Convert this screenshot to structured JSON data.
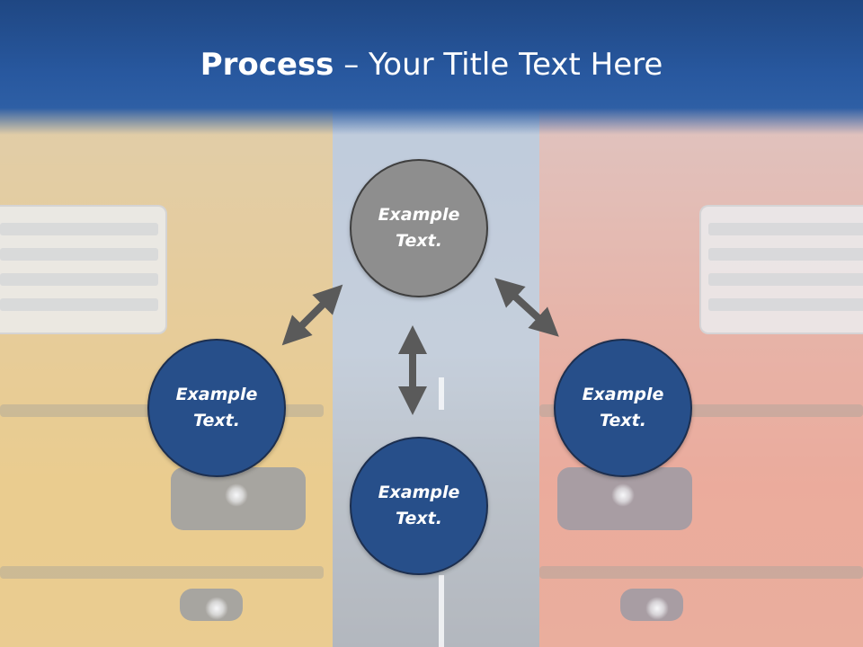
{
  "slide": {
    "title_bold": "Process",
    "title_rest": " – Your Title Text Here"
  },
  "nodes": {
    "top": "Example Text.",
    "left": "Example Text.",
    "bottom": "Example Text.",
    "right": "Example Text."
  },
  "colors": {
    "title_bar": "#28589f",
    "node_blue": "#274f8a",
    "node_gray": "#8e8e8e",
    "arrow": "#5a5a5a"
  },
  "icons": [
    "double-arrow-icon"
  ]
}
